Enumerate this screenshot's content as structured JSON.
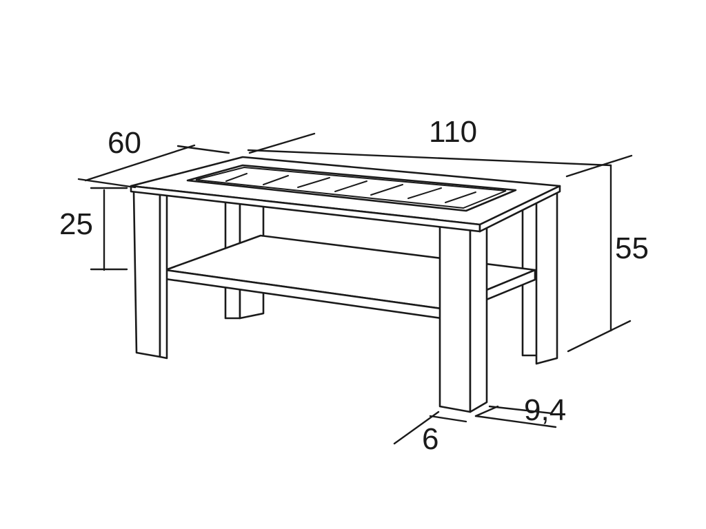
{
  "dimensions": {
    "width": "110",
    "depth": "60",
    "shelf_height": "25",
    "total_height": "55",
    "leg_width": "6",
    "leg_depth": "9,4"
  },
  "colors": {
    "line": "#1a1a1a",
    "background": "#ffffff"
  }
}
